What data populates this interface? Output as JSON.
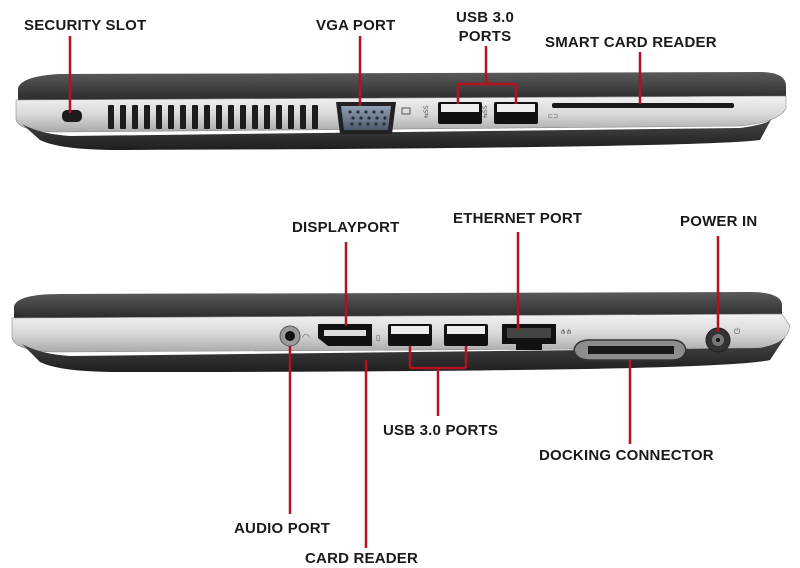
{
  "diagram": {
    "top_view_labels": {
      "security_slot": "SECURITY SLOT",
      "vga_port": "VGA PORT",
      "usb_ports_line1": "USB 3.0",
      "usb_ports_line2": "PORTS",
      "smart_card_reader": "SMART CARD READER"
    },
    "bottom_view_labels": {
      "displayport": "DISPLAYPORT",
      "ethernet_port": "ETHERNET PORT",
      "power_in": "POWER IN",
      "usb_ports": "USB 3.0 PORTS",
      "docking_connector": "DOCKING CONNECTOR",
      "audio_port": "AUDIO PORT",
      "card_reader": "CARD READER"
    },
    "colors": {
      "leader_line": "#b3121f",
      "chassis_dark": "#3a3a3a",
      "chassis_silver": "#c8c8c8",
      "port_dark": "#1c1c1c"
    }
  }
}
